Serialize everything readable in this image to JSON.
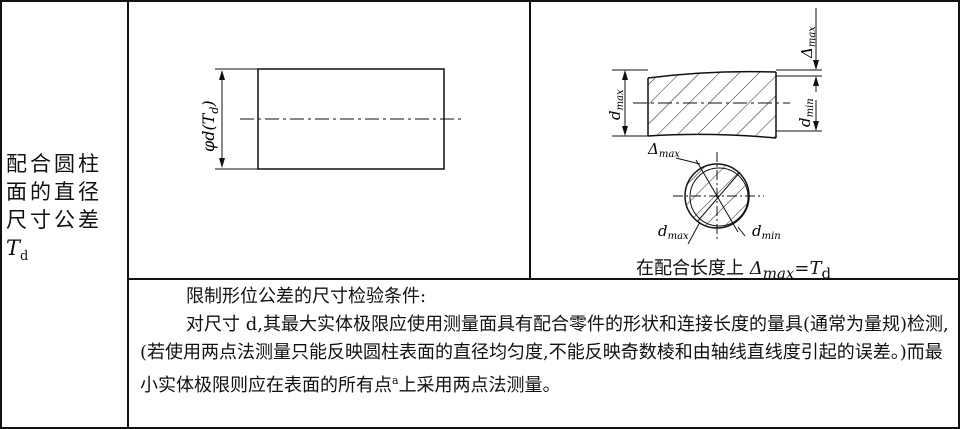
{
  "row_label": {
    "lines": [
      "配合圆柱",
      "面的直径",
      "尺寸公差"
    ],
    "symbol": "T",
    "symbol_sub": "d"
  },
  "left_figure": {
    "dim_label": "φd(T",
    "dim_label_sub": "d",
    "dim_label_end": ")"
  },
  "right_figure": {
    "delta_max": "Δ",
    "delta_max_sub": "max",
    "d_max": "d",
    "d_max_sub": "max",
    "d_min": "d",
    "d_min_sub": "min"
  },
  "caption": {
    "prefix": "在配合长度上 ",
    "delta": "Δ",
    "delta_sub": "max",
    "equals": "=",
    "t": "T",
    "t_sub": "d"
  },
  "notes": {
    "title": "限制形位公差的尺寸检验条件:",
    "body": "对尺寸 d,其最大实体极限应使用测量面具有配合零件的形状和连接长度的量具(通常为量规)检测,(若使用两点法测量只能反映圆柱表面的直径均匀度,不能反映奇数棱和由轴线直线度引起的误差。)而最小实体极限则应在表面的所有点",
    "footnote_mark": "a",
    "body_end": "上采用两点法测量。"
  }
}
